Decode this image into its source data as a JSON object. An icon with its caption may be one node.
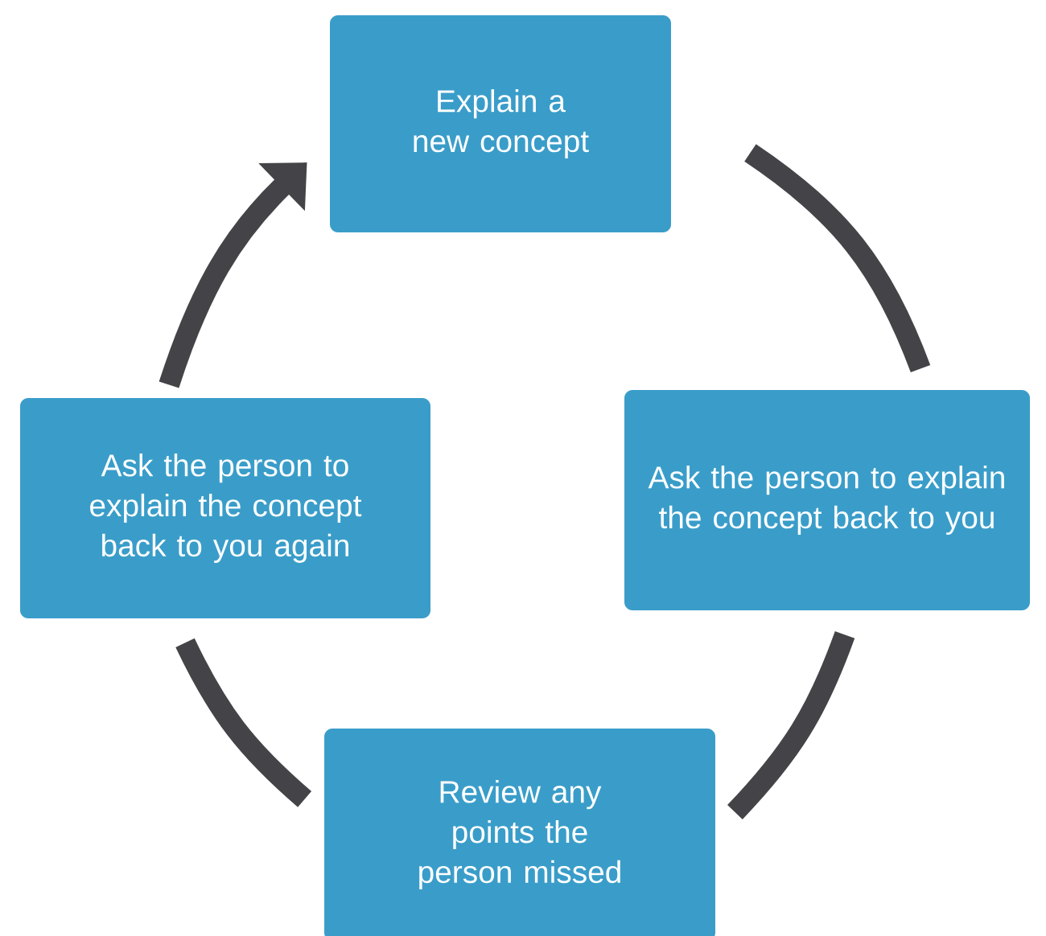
{
  "diagram": {
    "nodes": [
      {
        "text": [
          "Explain a new concept"
        ]
      },
      {
        "text": [
          "Ask the person to explain the concept back to you"
        ]
      },
      {
        "text": [
          "Review any points the person missed"
        ]
      },
      {
        "text": [
          "Ask the person to explain the concept back to you again"
        ]
      }
    ],
    "edges": [
      {
        "from": 0,
        "to": 1,
        "arrow": "none"
      },
      {
        "from": 1,
        "to": 2,
        "arrow": "none"
      },
      {
        "from": 2,
        "to": 3,
        "arrow": "none"
      },
      {
        "from": 3,
        "to": 0,
        "arrow": "to"
      }
    ]
  }
}
